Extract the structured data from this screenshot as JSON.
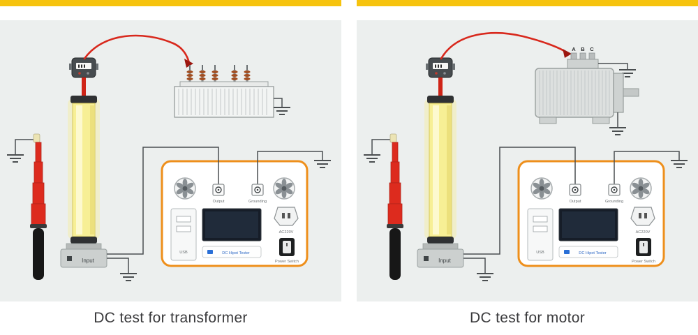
{
  "panels": [
    {
      "caption": "DC test for transformer"
    },
    {
      "caption": "DC test for motor"
    }
  ],
  "device": {
    "input": "Input",
    "output": "Output",
    "grounding": "Grounding",
    "usb": "USB",
    "ac_socket": "AC220V",
    "power_switch": "Power Switch",
    "screen_brand": "DC Hipot Tester"
  },
  "motor": {
    "terminals": [
      "A",
      "B",
      "C"
    ]
  },
  "colors": {
    "accent_yellow": "#F6C30E",
    "panel_bg": "#ECEFEE",
    "device_border": "#EE8F1B",
    "cable_red": "#D8281C",
    "rod_red": "#DD2B1E",
    "column_yellow": "#F7EF95"
  }
}
